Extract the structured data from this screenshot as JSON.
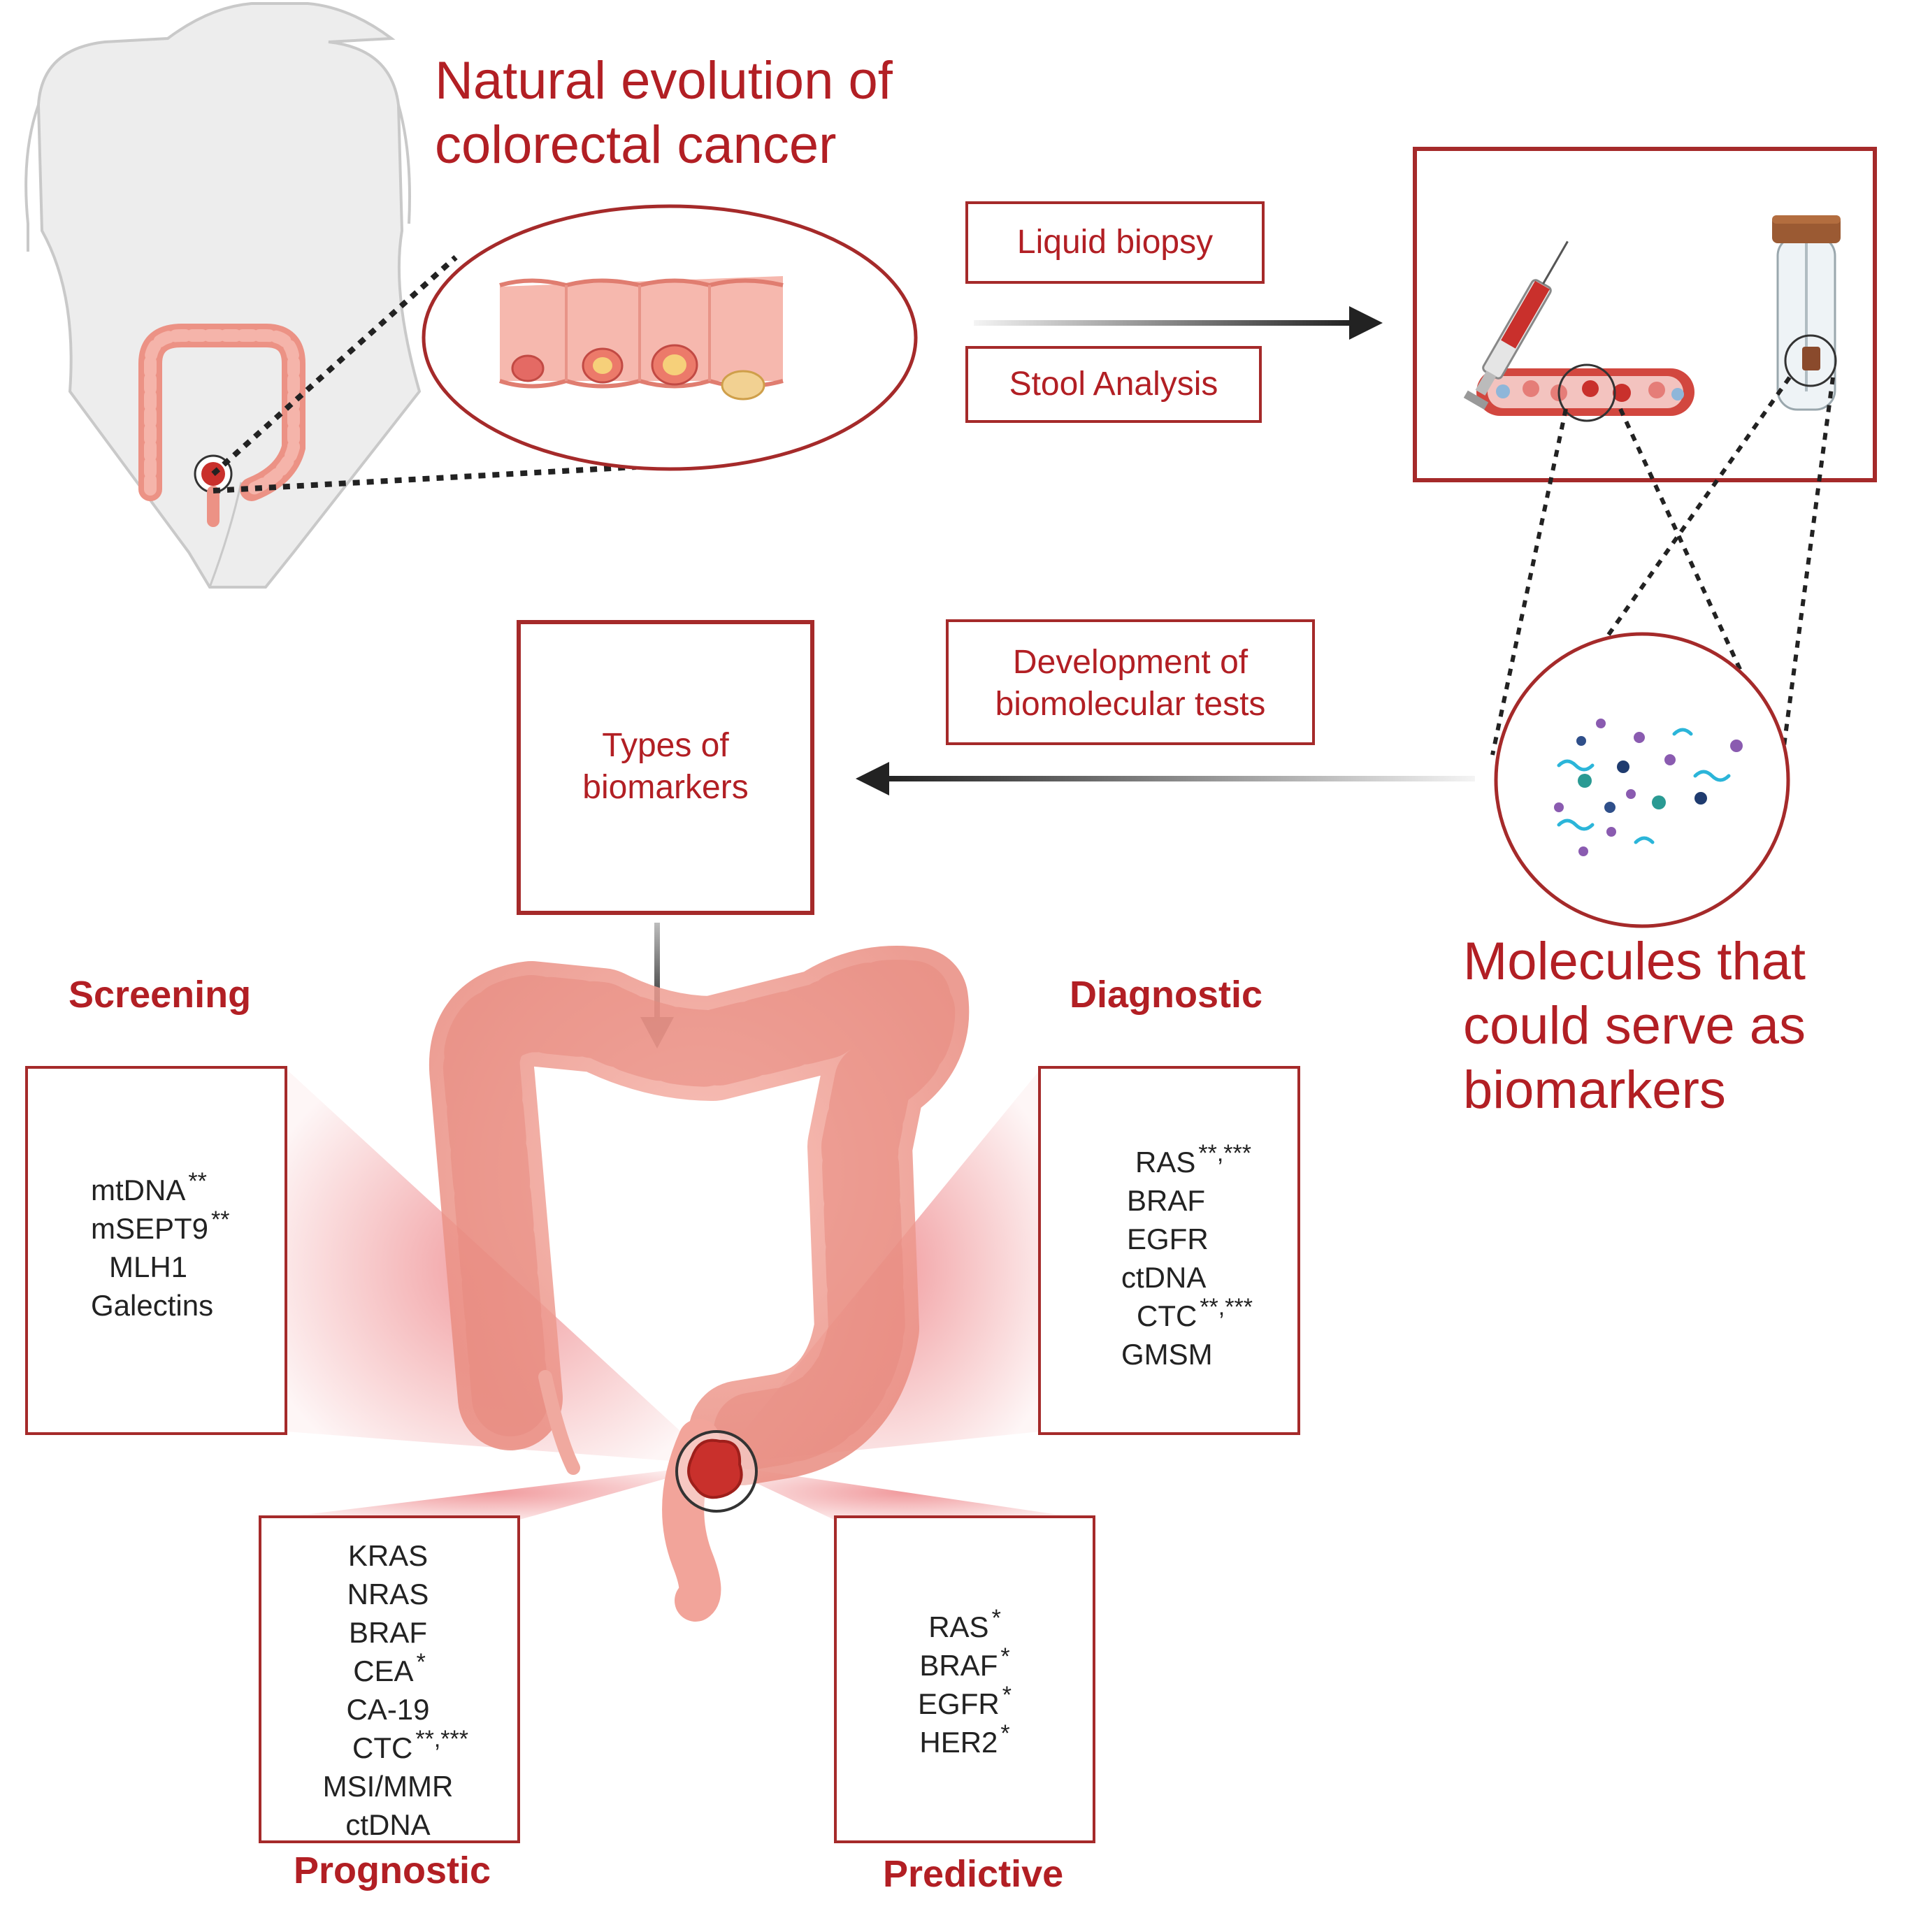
{
  "title": {
    "line1": "Natural evolution of",
    "line2": "colorectal cancer"
  },
  "process": {
    "liquid_biopsy": "Liquid biopsy",
    "stool_analysis": "Stool Analysis",
    "development_line1": "Development of",
    "development_line2": "biomolecular tests",
    "types_line1": "Types of",
    "types_line2": "biomarkers"
  },
  "molecules": {
    "line1": "Molecules that",
    "line2": "could serve as",
    "line3": "biomarkers"
  },
  "screening": {
    "heading": "Screening",
    "items": [
      {
        "name": "mtDNA",
        "mark": "**"
      },
      {
        "name": "mSEPT9",
        "mark": "**"
      },
      {
        "name": "MLH1",
        "mark": ""
      },
      {
        "name": "Galectins",
        "mark": ""
      }
    ]
  },
  "diagnostic": {
    "heading": "Diagnostic",
    "items": [
      {
        "name": "RAS",
        "mark": "**,***"
      },
      {
        "name": "BRAF",
        "mark": ""
      },
      {
        "name": "EGFR",
        "mark": ""
      },
      {
        "name": "ctDNA",
        "mark": ""
      },
      {
        "name": "CTC",
        "mark": "**,***"
      },
      {
        "name": "GMSM",
        "mark": ""
      }
    ]
  },
  "prognostic": {
    "heading": "Prognostic",
    "items": [
      {
        "name": "KRAS",
        "mark": ""
      },
      {
        "name": "NRAS",
        "mark": ""
      },
      {
        "name": "BRAF",
        "mark": ""
      },
      {
        "name": "CEA",
        "mark": "*"
      },
      {
        "name": "CA-19",
        "mark": ""
      },
      {
        "name": "CTC",
        "mark": "**,***"
      },
      {
        "name": "MSI/MMR",
        "mark": ""
      },
      {
        "name": "ctDNA",
        "mark": ""
      }
    ]
  },
  "predictive": {
    "heading": "Predictive",
    "items": [
      {
        "name": "RAS",
        "mark": "*"
      },
      {
        "name": "BRAF",
        "mark": "*"
      },
      {
        "name": "EGFR",
        "mark": "*"
      },
      {
        "name": "HER2",
        "mark": "*"
      }
    ]
  },
  "colors": {
    "accent": "#b21f24",
    "box_border": "#a52a2a",
    "colon": "#f2a49a",
    "tumor": "#c9302c"
  }
}
